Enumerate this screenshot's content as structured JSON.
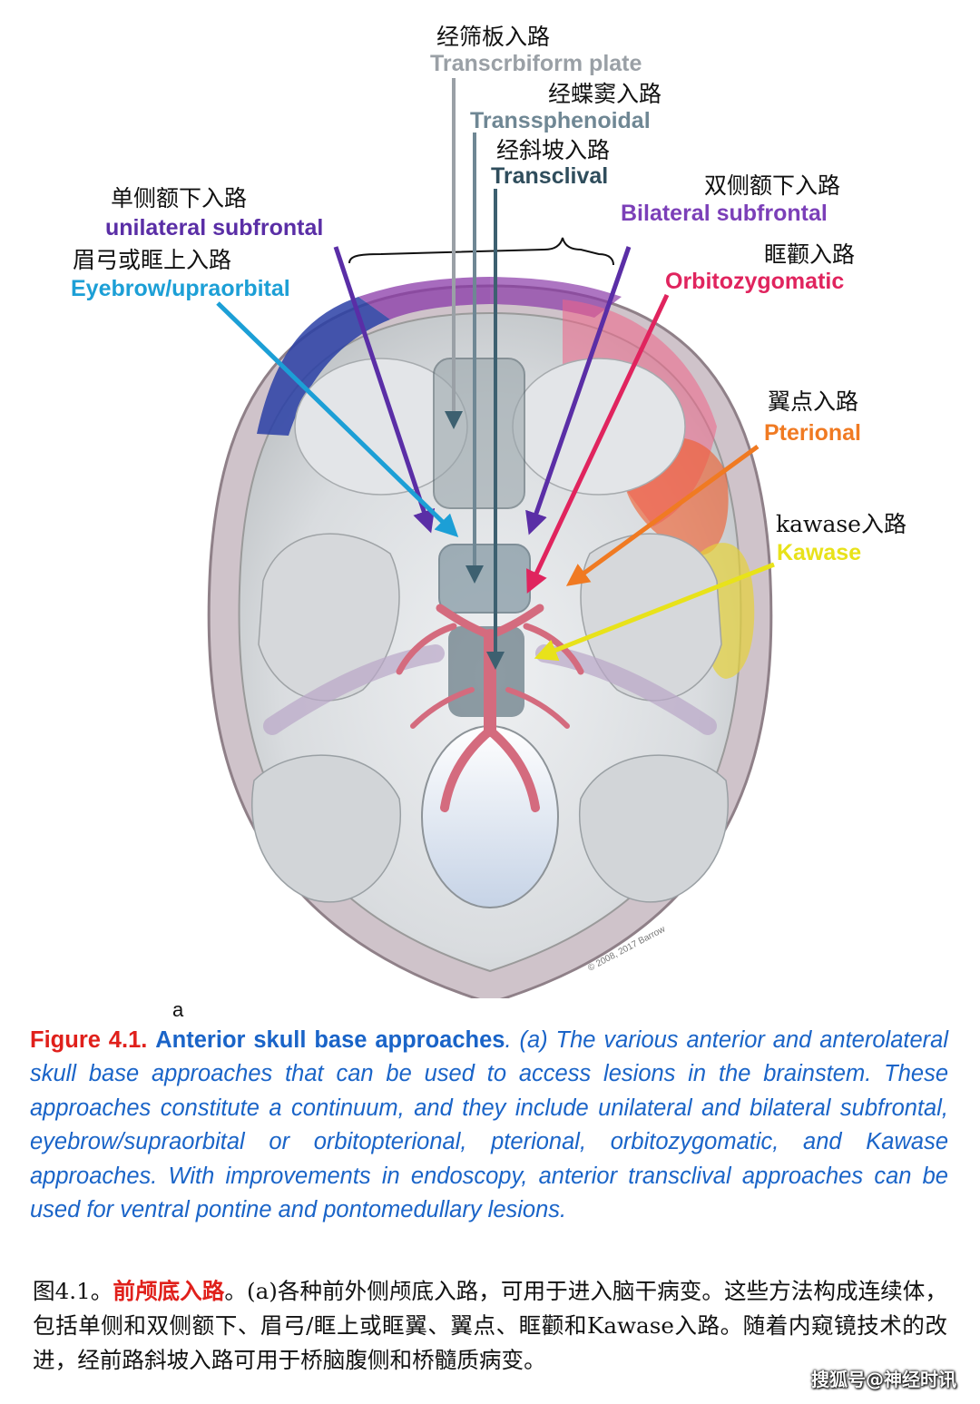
{
  "labels": {
    "transcribriform": {
      "zh": "经筛板入路",
      "en": "Transcrbiform plate",
      "color": "#9aa0a6"
    },
    "transsphenoidal": {
      "zh": "经蝶窦入路",
      "en": "Transsphenoidal",
      "color": "#6f8794"
    },
    "transclival": {
      "zh": "经斜坡入路",
      "en": "Transclival",
      "color": "#2f4d5c"
    },
    "unilateral_subfrontal": {
      "zh": "单侧额下入路",
      "en": "unilateral subfrontal",
      "color": "#5a2ea6"
    },
    "bilateral_subfrontal": {
      "zh": "双侧额下入路",
      "en": "Bilateral subfrontal",
      "color": "#7b3fb8"
    },
    "eyebrow": {
      "zh": "眉弓或眶上入路",
      "en": "Eyebrow/upraorbital",
      "color": "#1c9fd6"
    },
    "orbitozygomatic": {
      "zh": "眶颧入路",
      "en": "Orbitozygomatic",
      "color": "#e0245e"
    },
    "pterional": {
      "zh": "翼点入路",
      "en": "Pterional",
      "color": "#f07a22"
    },
    "kawase": {
      "zh": "kawase入路",
      "en": "Kawase",
      "color": "#e8e21a"
    }
  },
  "figure": {
    "panel_letter": "a",
    "copyright": "© 2008, 2017 Barrow"
  },
  "caption_en": {
    "fig_no": "Figure 4.1.",
    "title": "Anterior skull base approaches",
    "body": ". (a) The various anterior and anterolateral skull base approaches that can be used to access lesions in the brainstem. These approaches constitute a continuum, and they include unilateral and bilateral subfrontal, eyebrow/supraorbital or orbitopterional, pterional, orbitozygomatic, and Kawase approaches. With improvements in endoscopy, anterior transclival approaches can be used for ventral pontine and pontomedullary lesions."
  },
  "caption_zh": {
    "prefix": "图4.1。",
    "title": "前颅底入路",
    "body": "。(a)各种前外侧颅底入路，可用于进入脑干病变。这些方法构成连续体，包括单侧和双侧额下、眉弓/眶上或眶翼、翼点、眶颧和Kawase入路。随着内窥镜技术的改进，经前路斜坡入路可用于桥脑腹侧和桥髓质病变。"
  },
  "watermark": "搜狐号@神经时讯"
}
